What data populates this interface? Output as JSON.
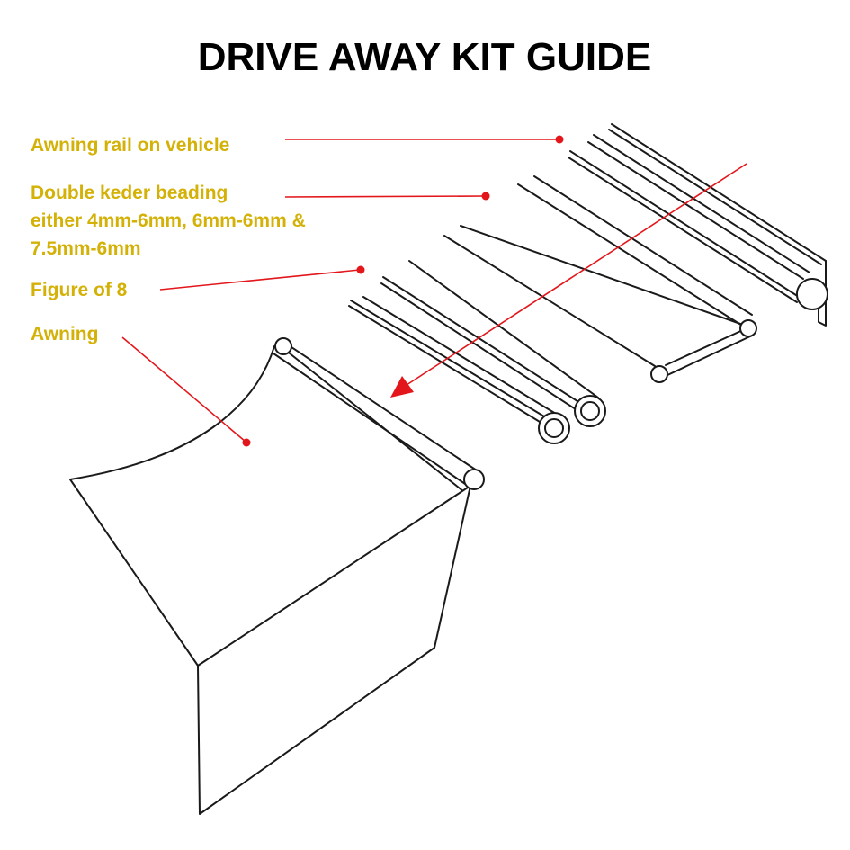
{
  "title": "DRIVE AWAY KIT GUIDE",
  "labels": {
    "awning_rail": "Awning rail on vehicle",
    "double_keder_line1": "Double keder beading",
    "double_keder_line2": "either 4mm-6mm, 6mm-6mm &",
    "double_keder_line3": "7.5mm-6mm",
    "figure_of_8": "Figure of 8",
    "awning": "Awning"
  },
  "colors": {
    "title": "#000000",
    "label": "#d4b106",
    "accent": "#e3161b",
    "outline": "#1a1a1a"
  }
}
